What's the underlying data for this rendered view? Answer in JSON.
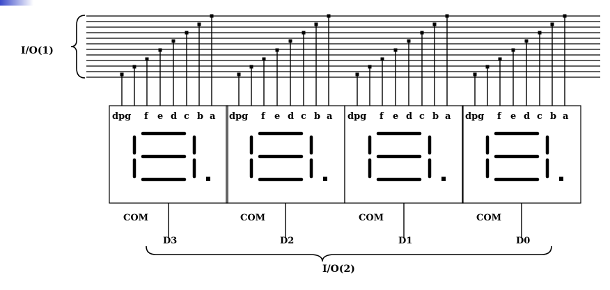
{
  "bus_top_label": "I/O(1)",
  "bus_bottom_label": "I/O(2)",
  "common_label": "COM",
  "segments": [
    "dp",
    "g",
    "f",
    "e",
    "d",
    "c",
    "b",
    "a"
  ],
  "digits": [
    {
      "name": "D3"
    },
    {
      "name": "D2"
    },
    {
      "name": "D1"
    },
    {
      "name": "D0"
    }
  ],
  "colors": {
    "ink": "#000000",
    "corner_accent": "#3a49c9",
    "background": "#ffffff"
  }
}
